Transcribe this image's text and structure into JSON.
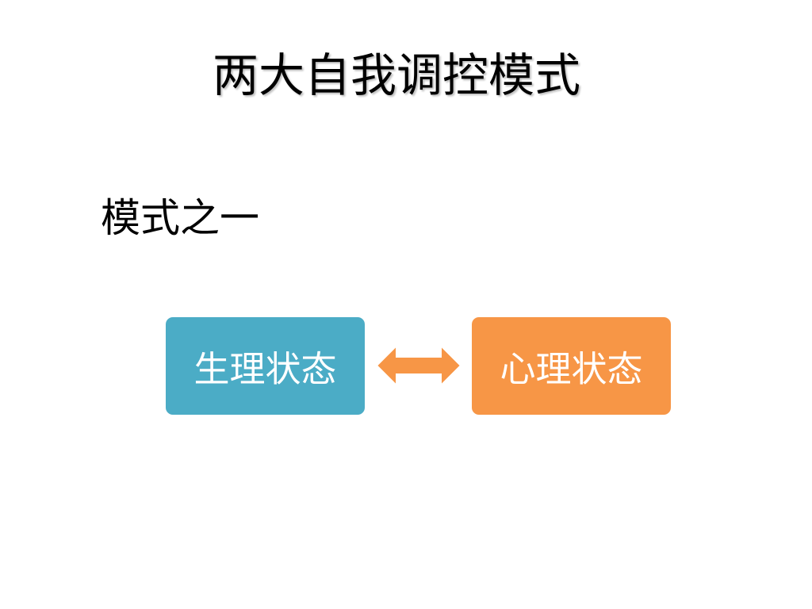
{
  "slide": {
    "title": "两大自我调控模式",
    "subtitle": "模式之一"
  },
  "diagram": {
    "left_box": {
      "label": "生理状态",
      "color": "#4bacc6"
    },
    "right_box": {
      "label": "心理状态",
      "color": "#f79646"
    },
    "connector": {
      "type": "double-headed-arrow",
      "color": "#f79646"
    }
  }
}
